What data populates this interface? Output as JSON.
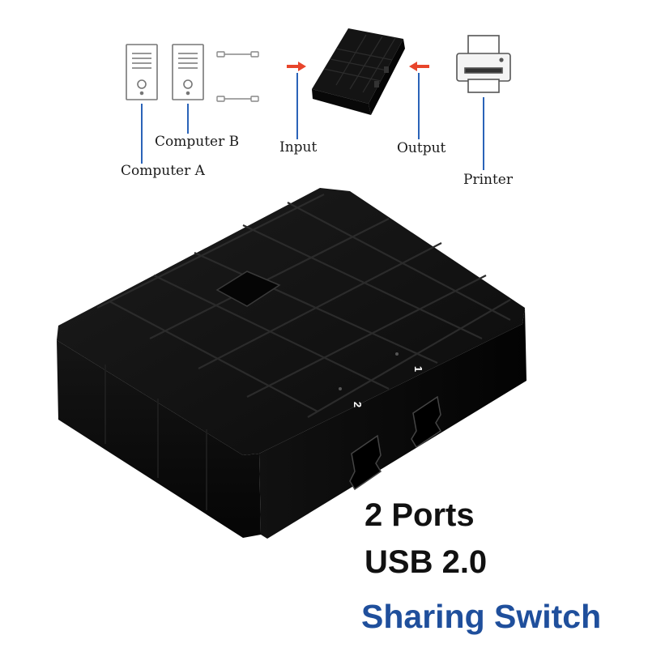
{
  "diagram": {
    "computer_a_label": "Computer A",
    "computer_b_label": "Computer B",
    "input_label": "Input",
    "output_label": "Output",
    "printer_label": "Printer"
  },
  "device": {
    "port_1_label": "1",
    "port_2_label": "2"
  },
  "headline": {
    "line1": "2 Ports",
    "line2": "USB 2.0",
    "line3": "Sharing Switch"
  },
  "colors": {
    "arrow": "#e8452b",
    "leader_line": "#2a63b8",
    "device_body": "#0d0d0d",
    "headline_accent": "#1f4f9c"
  },
  "icons": [
    "computer-tower-icon",
    "usb-cable-icon",
    "arrow-right-icon",
    "arrow-left-icon",
    "printer-icon",
    "usb-switch-device"
  ]
}
